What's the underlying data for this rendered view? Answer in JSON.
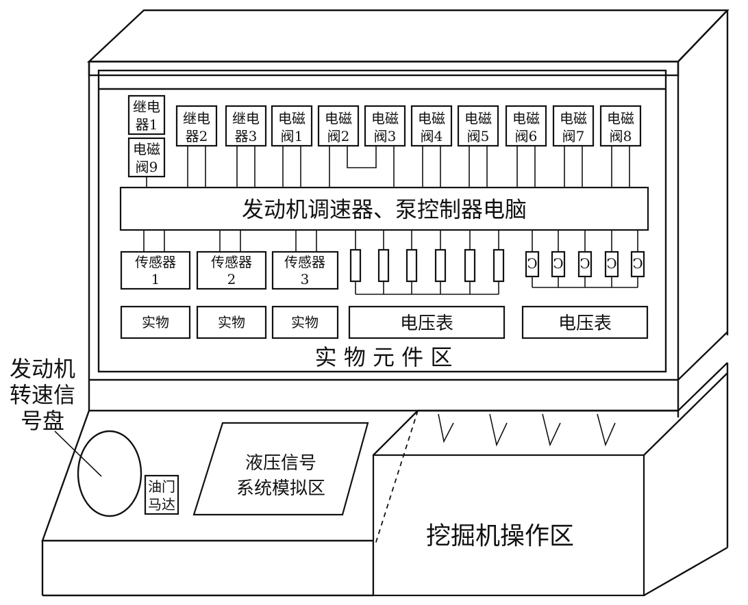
{
  "relays": [
    {
      "line1": "继电",
      "line2": "器1"
    },
    {
      "line1": "继电",
      "line2": "器2"
    },
    {
      "line1": "继电",
      "line2": "器3"
    }
  ],
  "valve9": {
    "line1": "电磁",
    "line2": "阀9"
  },
  "valves": [
    {
      "line1": "电磁",
      "line2": "阀1"
    },
    {
      "line1": "电磁",
      "line2": "阀2"
    },
    {
      "line1": "电磁",
      "line2": "阀3"
    },
    {
      "line1": "电磁",
      "line2": "阀4"
    },
    {
      "line1": "电磁",
      "line2": "阀5"
    },
    {
      "line1": "电磁",
      "line2": "阀6"
    },
    {
      "line1": "电磁",
      "line2": "阀7"
    },
    {
      "line1": "电磁",
      "line2": "阀8"
    }
  ],
  "controller_label": "发动机调速器、泵控制器电脑",
  "sensors": [
    {
      "line1": "传感器",
      "line2": "1"
    },
    {
      "line1": "传感器",
      "line2": "2"
    },
    {
      "line1": "传感器",
      "line2": "3"
    }
  ],
  "physical_label": "实物",
  "voltmeter_label": "电压表",
  "physical_zone_label": "实 物 元 件 区",
  "engine_disc_label": [
    "发动机",
    "转速信",
    "号盘"
  ],
  "throttle_motor_label": [
    "油门",
    "马达"
  ],
  "hydraulic_zone_label": [
    "液压信号",
    "系统模拟区"
  ],
  "operation_zone_label": "挖掘机操作区"
}
